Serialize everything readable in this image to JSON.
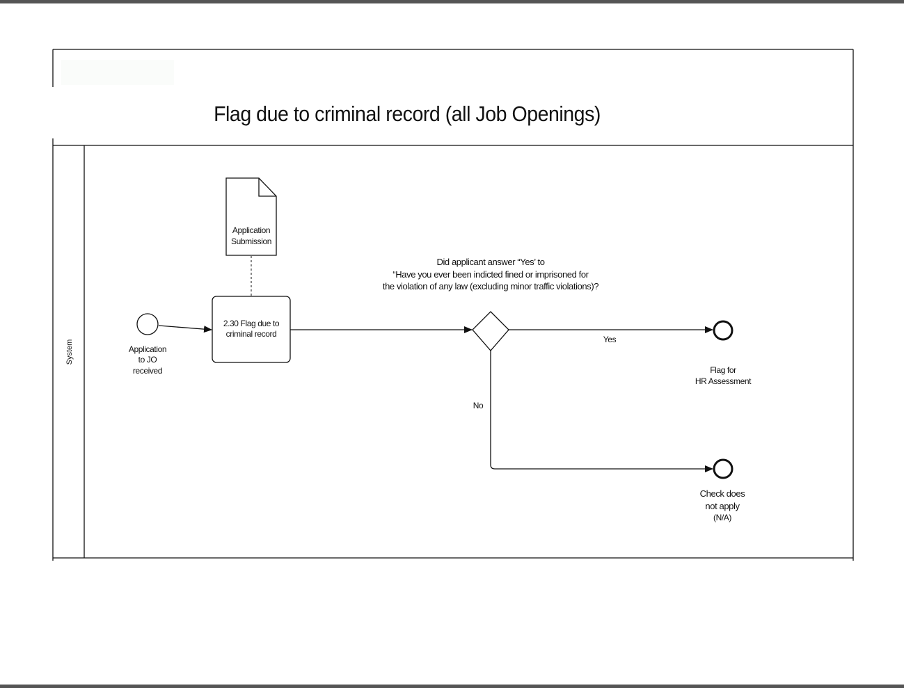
{
  "diagram": {
    "title": "Flag due to criminal record (all Job Openings)",
    "lane": {
      "label": "System"
    },
    "start_event": {
      "label_lines": [
        "Application",
        "to JO",
        "received"
      ]
    },
    "document": {
      "label_lines": [
        "Application",
        "Submission"
      ]
    },
    "task": {
      "label_lines": [
        "2.30 Flag due to",
        "criminal record"
      ]
    },
    "gateway": {
      "question_lines": [
        "Did applicant answer “Yes’ to",
        "“Have you ever been indicted fined or imprisoned for",
        "the violation of any law (excluding minor traffic violations)?"
      ]
    },
    "flows": {
      "yes_label": "Yes",
      "no_label": "No"
    },
    "end_events": {
      "flag": {
        "label_lines": [
          "Flag for",
          "HR Assessment"
        ]
      },
      "na": {
        "label_lines": [
          "Check does",
          "not apply",
          "(N/A)"
        ]
      }
    },
    "colors": {
      "stroke": "#111111",
      "background": "#ffffff",
      "frame_bar": "#555555"
    }
  }
}
